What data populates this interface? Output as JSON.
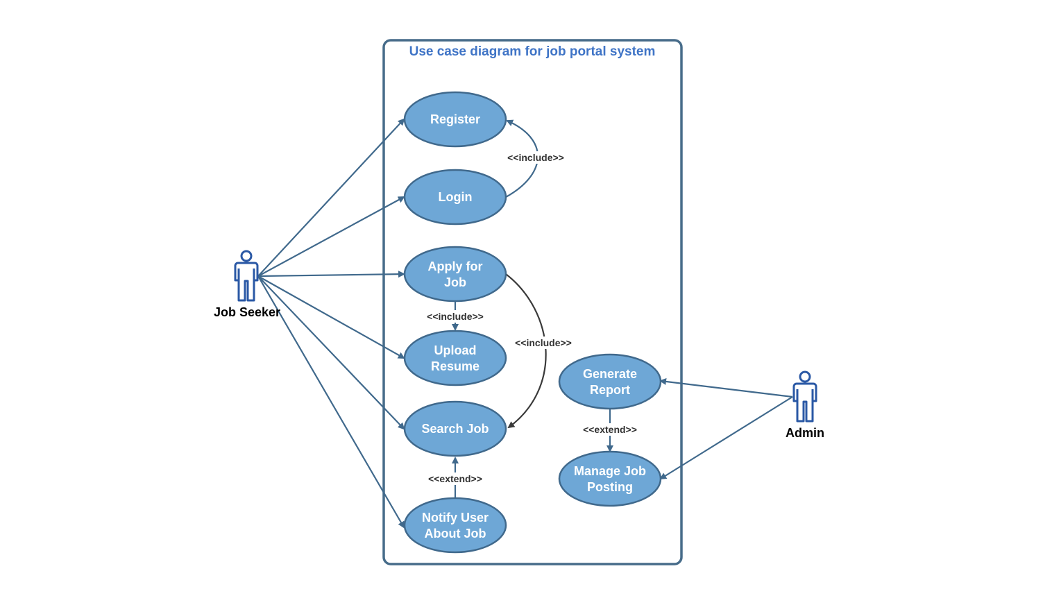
{
  "title": "Use case diagram for job portal system",
  "colors": {
    "boundary": "#476c8a",
    "usecase_fill": "#6ea7d6",
    "usecase_stroke": "#40698c",
    "line": "#40698c",
    "dark_line": "#3a3a3a",
    "title": "#3f74c6",
    "actor": "#2a58a5"
  },
  "actors": [
    {
      "id": "job_seeker",
      "label": "Job Seeker",
      "icon": "person-icon"
    },
    {
      "id": "admin",
      "label": "Admin",
      "icon": "person-icon"
    }
  ],
  "use_cases": [
    {
      "id": "register",
      "lines": [
        "Register"
      ]
    },
    {
      "id": "login",
      "lines": [
        "Login"
      ]
    },
    {
      "id": "apply",
      "lines": [
        "Apply for",
        "Job"
      ]
    },
    {
      "id": "upload",
      "lines": [
        "Upload",
        "Resume"
      ]
    },
    {
      "id": "search",
      "lines": [
        "Search Job"
      ]
    },
    {
      "id": "notify",
      "lines": [
        "Notify User",
        "About Job"
      ]
    },
    {
      "id": "report",
      "lines": [
        "Generate",
        "Report"
      ]
    },
    {
      "id": "manage",
      "lines": [
        "Manage Job",
        "Posting"
      ]
    }
  ],
  "associations": [
    {
      "from": "job_seeker",
      "to": "register"
    },
    {
      "from": "job_seeker",
      "to": "login"
    },
    {
      "from": "job_seeker",
      "to": "apply"
    },
    {
      "from": "job_seeker",
      "to": "upload"
    },
    {
      "from": "job_seeker",
      "to": "search"
    },
    {
      "from": "job_seeker",
      "to": "notify"
    },
    {
      "from": "admin",
      "to": "report"
    },
    {
      "from": "admin",
      "to": "manage"
    }
  ],
  "relationships": [
    {
      "from": "login",
      "to": "register",
      "label": "<<include>>"
    },
    {
      "from": "apply",
      "to": "upload",
      "label": "<<include>>"
    },
    {
      "from": "apply",
      "to": "search",
      "label": "<<include>>"
    },
    {
      "from": "notify",
      "to": "search",
      "label": "<<extend>>"
    },
    {
      "from": "report",
      "to": "manage",
      "label": "<<extend>>"
    }
  ]
}
